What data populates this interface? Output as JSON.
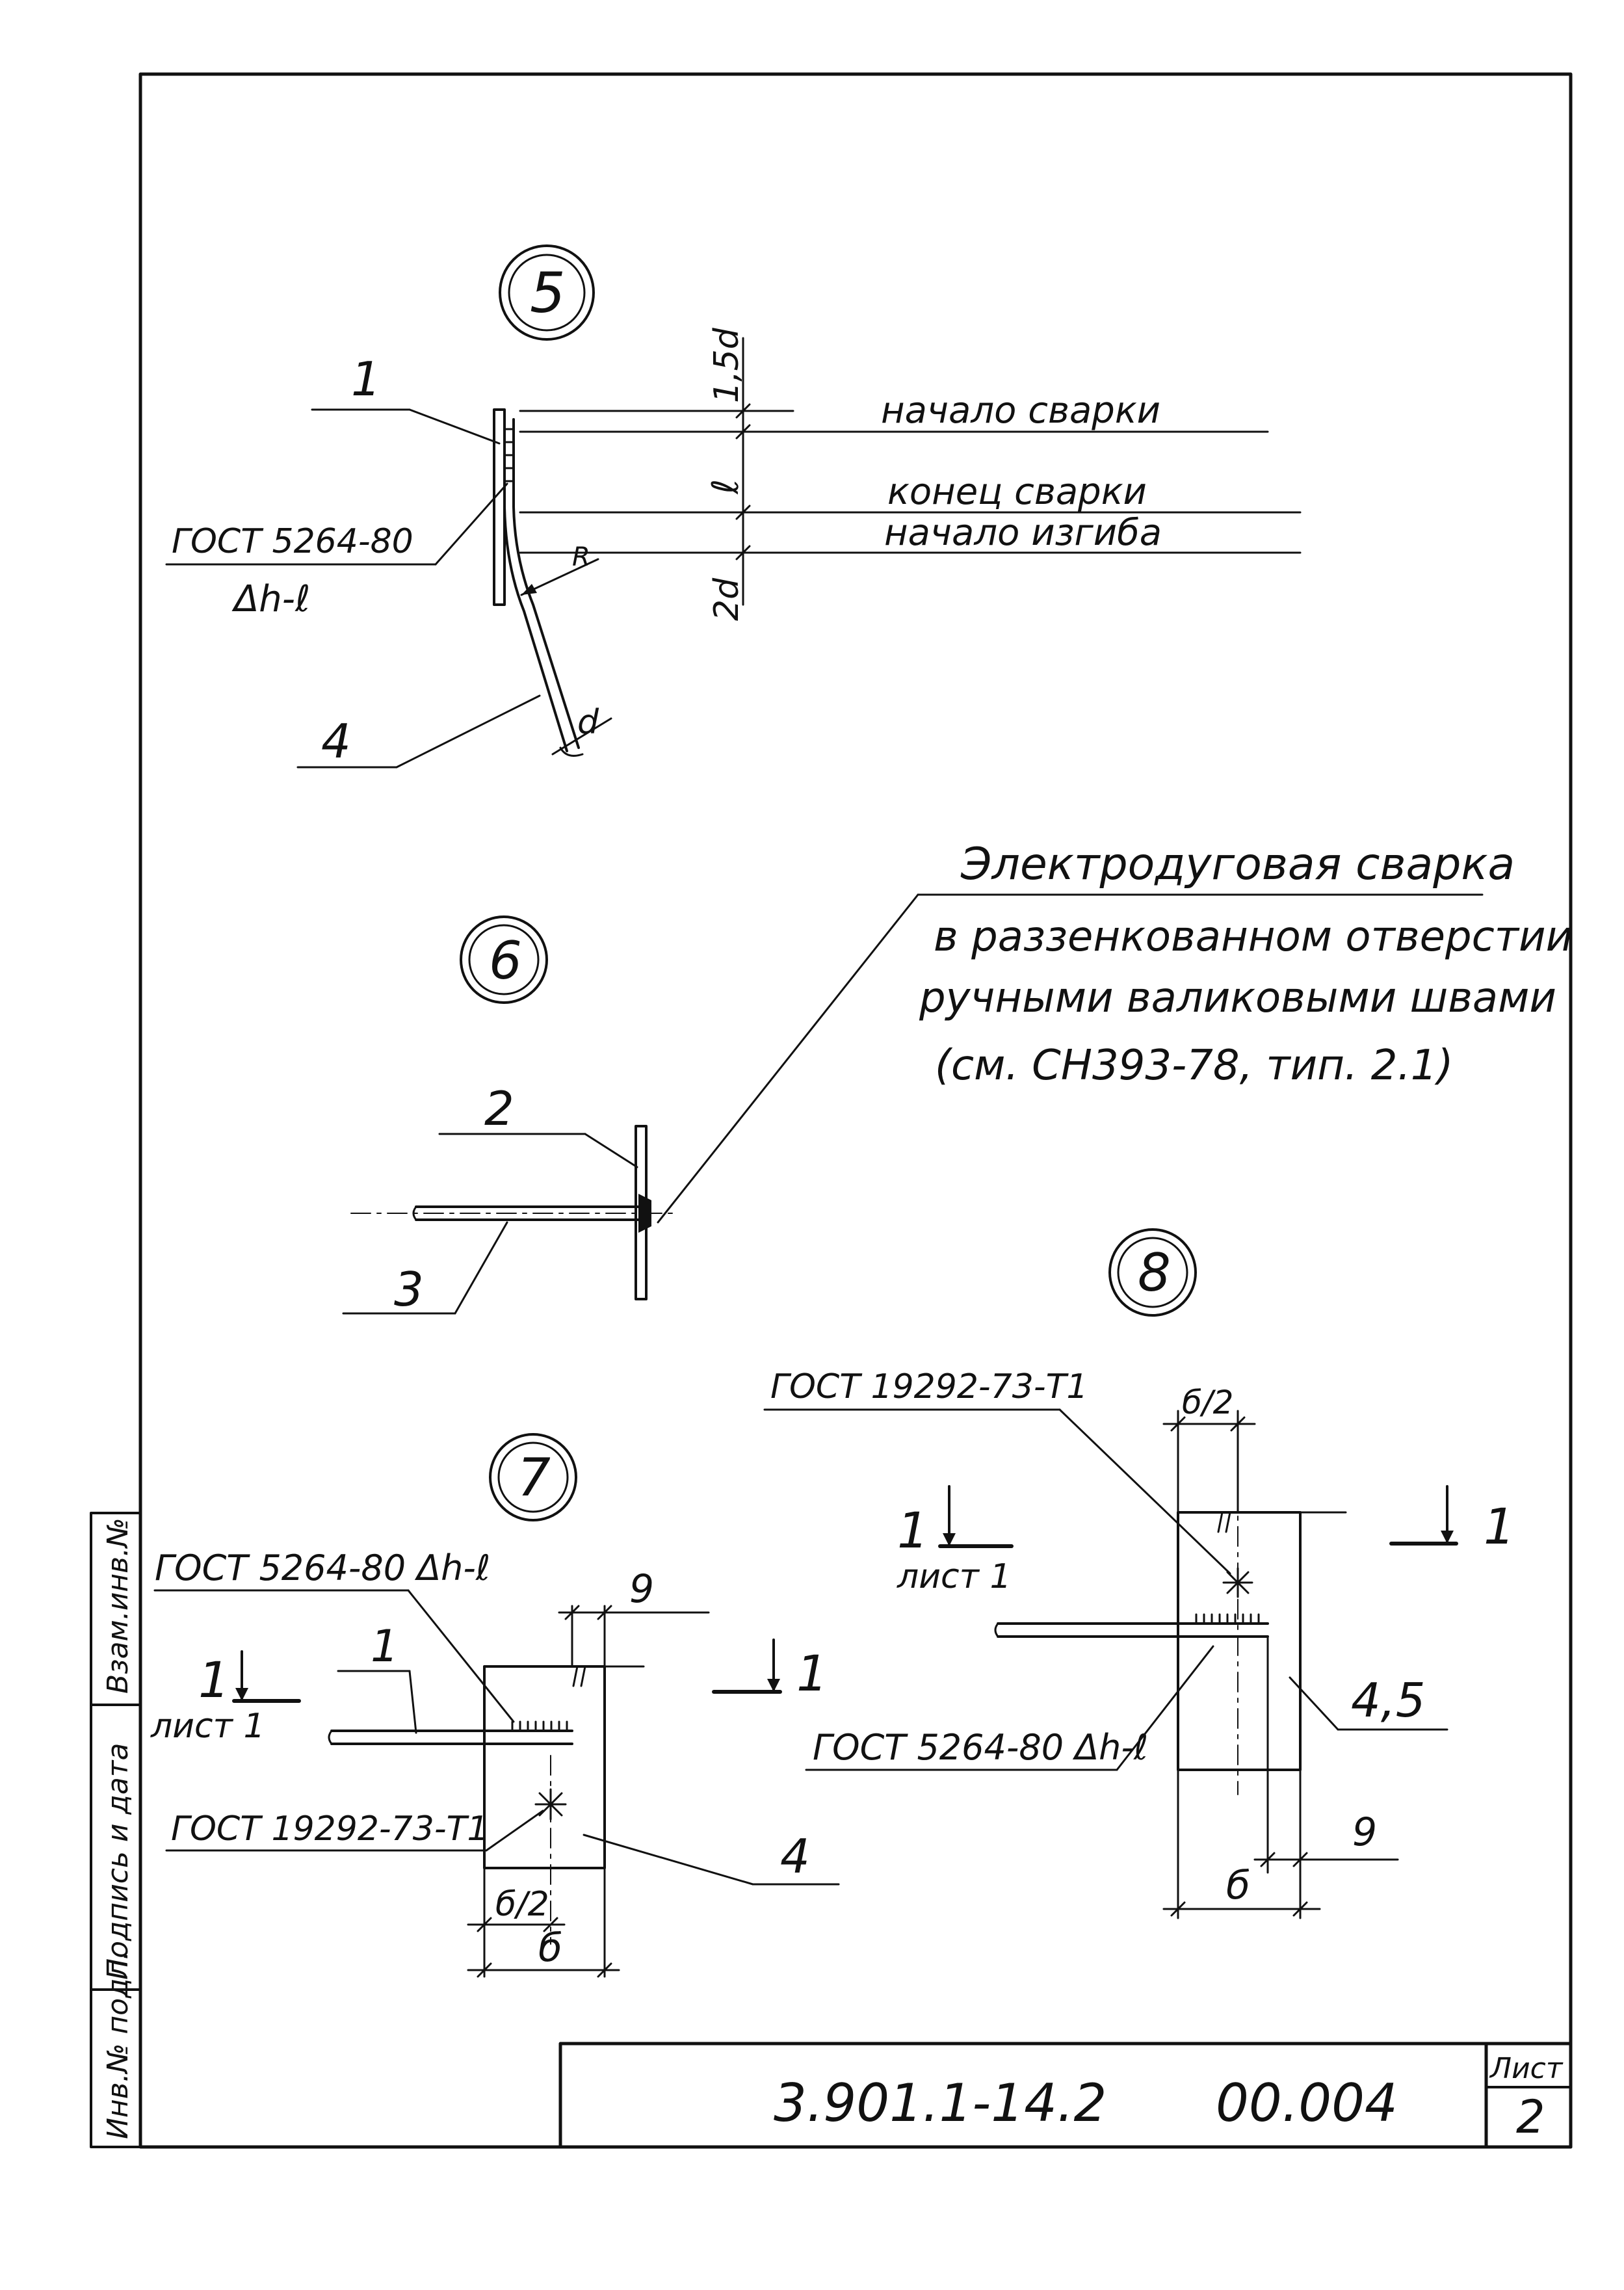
{
  "detail_numbers": {
    "d5": "5",
    "d6": "6",
    "d7": "7",
    "d8": "8"
  },
  "detail5": {
    "label_1": "1",
    "label_4": "4",
    "gost": "ГОСТ 5264-80",
    "weld_symbol": "Δh-ℓ",
    "dim_15d": "1,5d",
    "dim_l": "ℓ",
    "dim_2d": "2d",
    "dim_R": "R",
    "dim_d": "d",
    "note_start_weld": "начало сварки",
    "note_end_weld": "конец сварки",
    "note_start_bend": "начало изгиба"
  },
  "weld_note": {
    "line1": "Электродуговая сварка",
    "line2": "в раззенкованном отверстии",
    "line3": "ручными валиковыми швами",
    "line4": "(см. СН393-78, тип. 2.1)"
  },
  "detail6": {
    "label_2": "2",
    "label_3": "3"
  },
  "detail7": {
    "gost_top": "ГОСТ 5264-80 Δh-ℓ",
    "gost_bottom": "ГОСТ 19292-73-Т1",
    "label_1": "1",
    "label_4": "4",
    "section_mark": "1",
    "section_mark_right": "1",
    "section_sheet": "лист 1",
    "dim_9": "9",
    "dim_b_half": "б/2",
    "dim_b": "б"
  },
  "detail8": {
    "gost_top": "ГОСТ 19292-73-Т1",
    "gost_bottom": "ГОСТ 5264-80 Δh-ℓ",
    "label_45": "4,5",
    "section_mark": "1",
    "section_mark_right": "1",
    "section_sheet": "лист 1",
    "dim_b_half": "б/2",
    "dim_9": "9",
    "dim_b": "б"
  },
  "side_stamp": {
    "col1": "Взам.инв.№",
    "col2": "Подпись и дата",
    "col3": "Инв.№ подл."
  },
  "title_block": {
    "doc_code": "3.901.1-14.2",
    "doc_number": "00.004",
    "sheet_label": "Лист",
    "sheet_number": "2"
  }
}
